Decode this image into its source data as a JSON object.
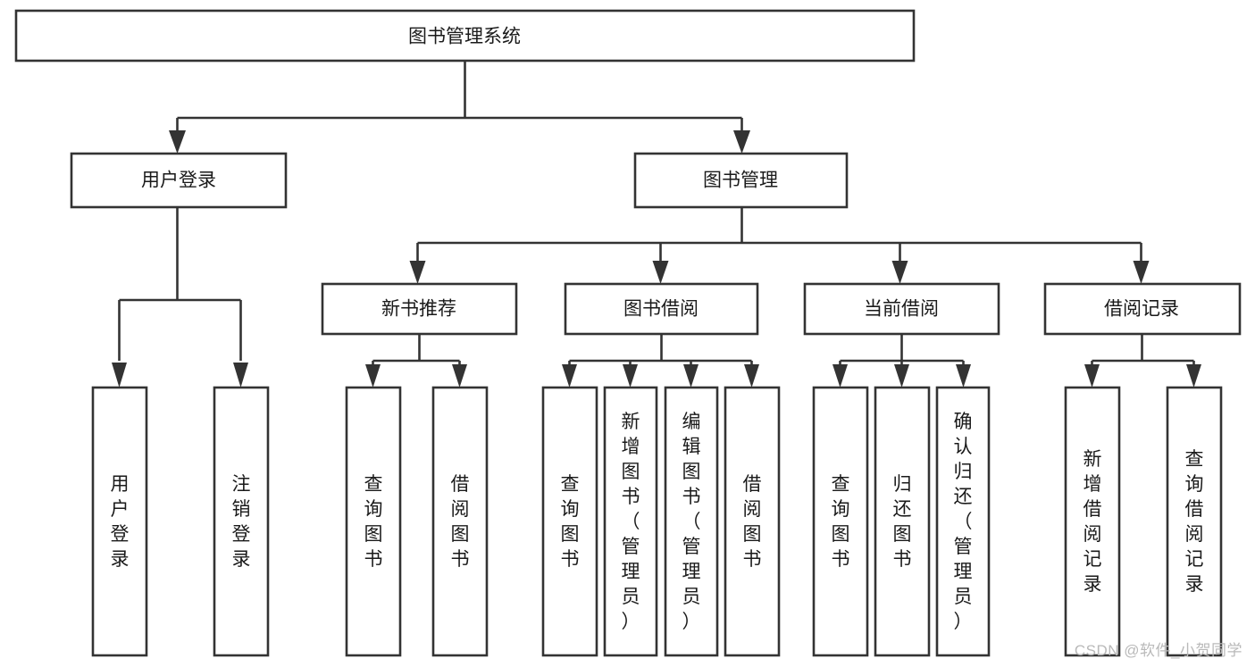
{
  "diagram": {
    "title": "图书管理系统",
    "watermark": "CSDN @软件_小贺同学",
    "root": {
      "label": "图书管理系统"
    },
    "level2": [
      {
        "label": "用户登录"
      },
      {
        "label": "图书管理"
      }
    ],
    "level3": [
      {
        "label": "新书推荐"
      },
      {
        "label": "图书借阅"
      },
      {
        "label": "当前借阅"
      },
      {
        "label": "借阅记录"
      }
    ],
    "leaves": {
      "user_login": [
        {
          "label": "用户登录"
        },
        {
          "label": "注销登录"
        }
      ],
      "new_book": [
        {
          "label": "查询图书"
        },
        {
          "label": "借阅图书"
        }
      ],
      "book_borrow": [
        {
          "label": "查询图书"
        },
        {
          "label": "新增图书（管理员）"
        },
        {
          "label": "编辑图书（管理员）"
        },
        {
          "label": "借阅图书"
        }
      ],
      "current_borrow": [
        {
          "label": "查询图书"
        },
        {
          "label": "归还图书"
        },
        {
          "label": "确认归还（管理员）"
        }
      ],
      "borrow_record": [
        {
          "label": "新增借阅记录"
        },
        {
          "label": "查询借阅记录"
        }
      ]
    },
    "colors": {
      "line": "#333333",
      "box_fill": "#ffffff",
      "text": "#1a1a1a",
      "watermark": "#b9b9b9"
    }
  }
}
